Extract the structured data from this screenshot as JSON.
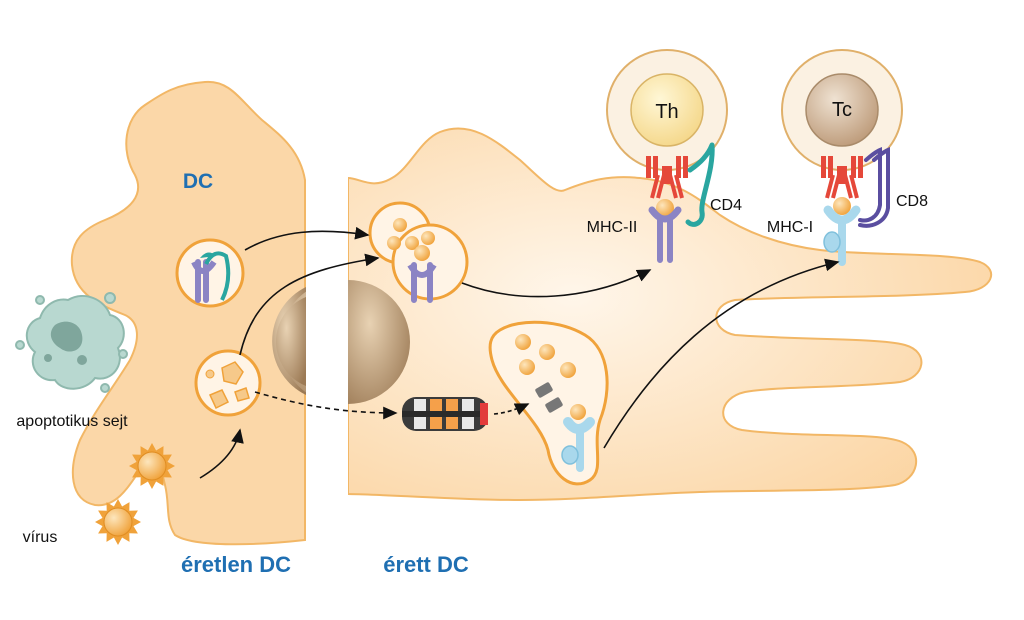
{
  "labels": {
    "dc": "DC",
    "apoptotic_cell": "apoptotikus sejt",
    "virus": "vírus",
    "immature_dc": "éretlen DC",
    "mature_dc": "érett DC",
    "th": "Th",
    "tc": "Tc",
    "mhc_ii": "MHC-II",
    "mhc_i": "MHC-I",
    "cd4": "CD4",
    "cd8": "CD8"
  },
  "colors": {
    "cell_fill": "#fbd7a8",
    "cell_stroke": "#f2b766",
    "blue_label": "#1f6fb2",
    "mhc_ii": "#8b84c4",
    "mhc_i": "#a9d8ec",
    "cd4": "#2aa6a0",
    "cd8": "#5a4ea0",
    "tcr": "#e5483a",
    "antigen": "#f3a53c",
    "apoptotic": "#b8d8d0",
    "nucleus": "#a98b6a"
  }
}
